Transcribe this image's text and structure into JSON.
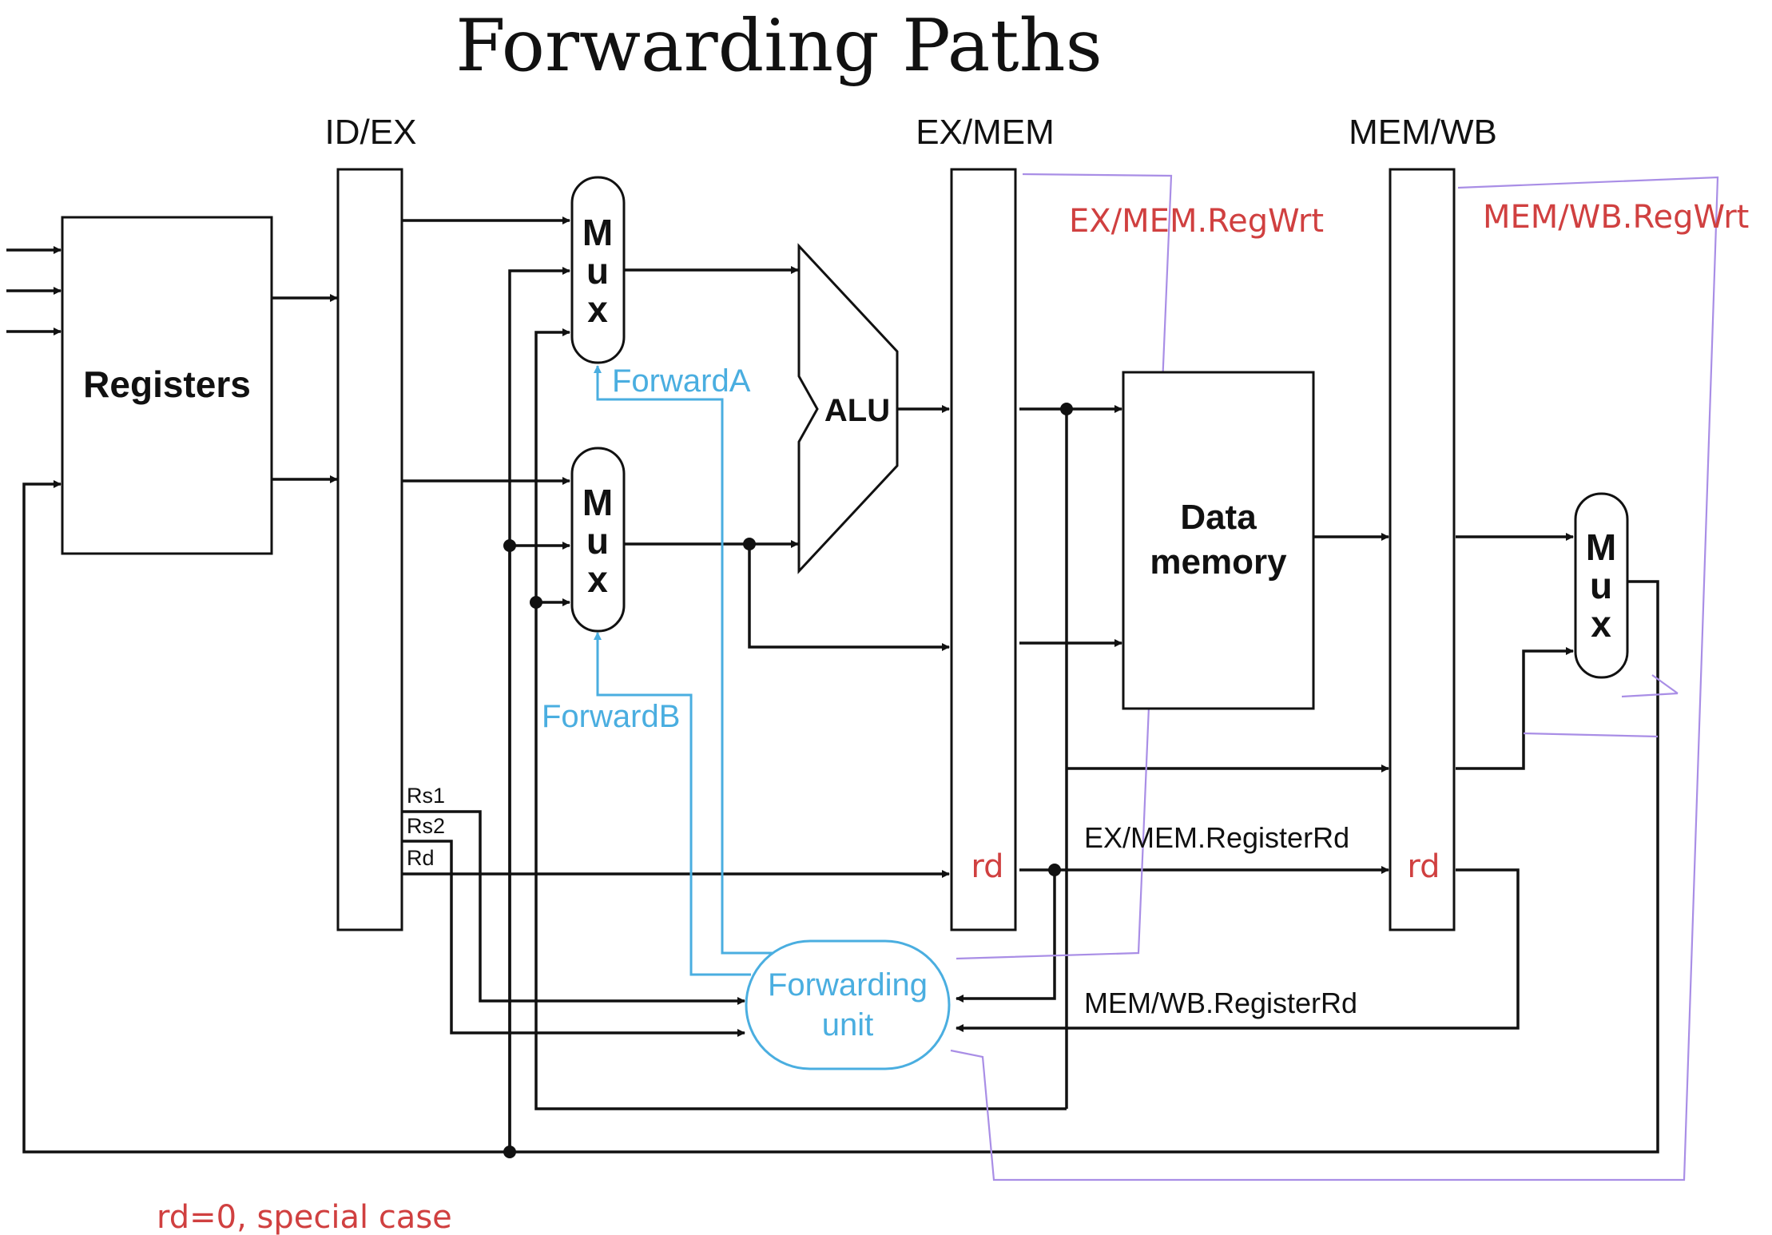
{
  "title": "Forwarding Paths",
  "pipeline_registers": {
    "id_ex": "ID/EX",
    "ex_mem": "EX/MEM",
    "mem_wb": "MEM/WB"
  },
  "blocks": {
    "registers": "Registers",
    "alu": "ALU",
    "data_memory_line1": "Data",
    "data_memory_line2": "memory",
    "forwarding_unit_line1": "Forwarding",
    "forwarding_unit_line2": "unit",
    "mux_letters": [
      "M",
      "u",
      "x"
    ]
  },
  "signals": {
    "forward_a": "ForwardA",
    "forward_b": "ForwardB",
    "rs1": "Rs1",
    "rs2": "Rs2",
    "rd": "Rd",
    "ex_mem_register_rd": "EX/MEM.RegisterRd",
    "mem_wb_register_rd": "MEM/WB.RegisterRd"
  },
  "annotations": {
    "ex_mem_regwrt": "EX/MEM.RegWrt",
    "mem_wb_regwrt": "MEM/WB.RegWrt",
    "ex_mem_rd": "rd",
    "mem_wb_rd": "rd",
    "special_case": "rd=0, special case"
  },
  "colors": {
    "forwarding": "#4aaee0",
    "annotation_red": "#d04040",
    "annotation_purple": "#a98ee6",
    "wire": "#111111"
  }
}
